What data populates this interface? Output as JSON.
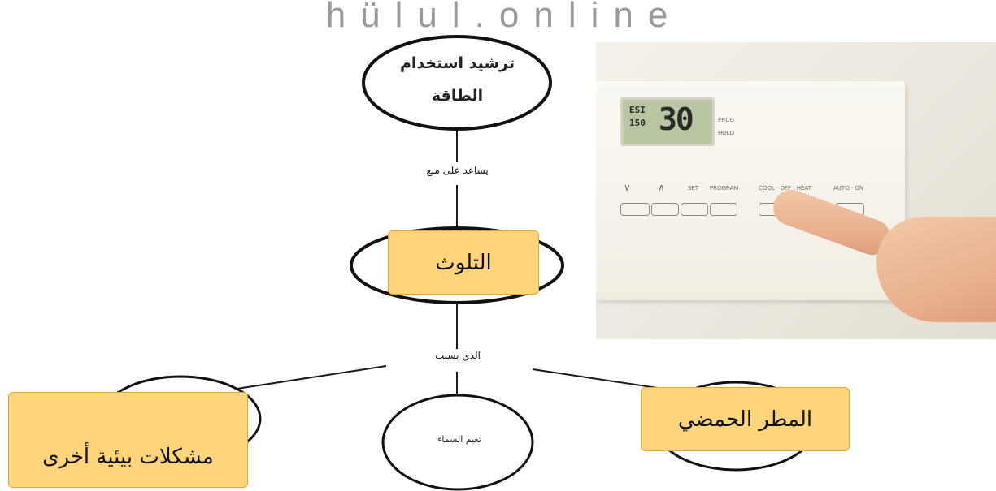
{
  "watermark": "hülul.online",
  "nodes": {
    "top": "ترشيد استخدام الطاقة",
    "bottom_center": "تغيم السماء"
  },
  "links": {
    "helps_prevent": "يساعد على منع",
    "which_causes": "الذي يسبب"
  },
  "callouts": {
    "pollution": "التلوث",
    "acid_rain": "المطر الحمضي",
    "other_problems": "مشكلات بيئية أخرى"
  },
  "photo": {
    "display_top": "ESI",
    "display_bottom": "150",
    "display_big": "30",
    "display_side_1": "PROG",
    "display_side_2": "HOLD",
    "btn_labels": [
      "∨",
      "∧",
      "SET",
      "PROGRAM",
      "COOL · OFF · HEAT",
      "AUTO · ON"
    ]
  },
  "colors": {
    "callout_fill": "#ffd47a",
    "callout_border": "#e3a72e",
    "line": "#1a1a1a"
  }
}
